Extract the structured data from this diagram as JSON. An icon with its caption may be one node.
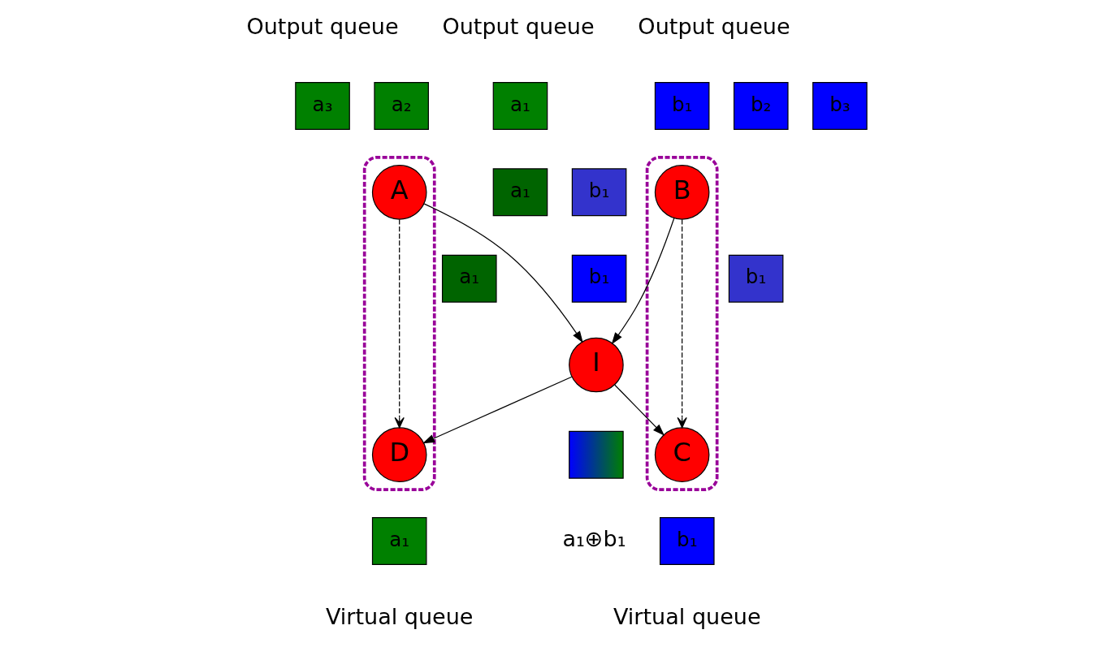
{
  "diagram": {
    "nodes": [
      {
        "text": [],
        "shape": "ellipse"
      },
      {
        "text": [
          "A"
        ],
        "in": 0
      },
      {
        "text": [
          "D"
        ],
        "in": 0
      },
      {
        "text": [],
        "shape": "ellipse"
      },
      {
        "text": [
          "B"
        ],
        "in": 3
      },
      {
        "text": [
          "C"
        ],
        "in": 3
      },
      {
        "text": [
          "I"
        ]
      },
      {
        "text": [
          "a₃"
        ]
      },
      {
        "text": [
          "a₂"
        ]
      },
      {
        "text": [
          "a₁"
        ]
      },
      {
        "text": [
          "a₁"
        ]
      },
      {
        "text": [
          "b₁"
        ]
      },
      {
        "text": [
          "b₁"
        ]
      },
      {
        "text": [
          "b₂"
        ]
      },
      {
        "text": [
          "b₃"
        ]
      },
      {
        "text": [
          "b₁"
        ]
      },
      {
        "text": [
          "a₁"
        ]
      },
      {
        "text": [
          "b₁"
        ]
      },
      {
        "text": [],
        "shape": "box"
      },
      {
        "text": [
          "a₁"
        ]
      },
      {
        "text": [
          "b₁"
        ]
      }
    ],
    "edges": [
      {
        "from": 1,
        "to": 6,
        "arrow": "to"
      },
      {
        "from": 4,
        "to": 6,
        "arrow": "to"
      },
      {
        "from": 6,
        "to": 2,
        "arrow": "to"
      },
      {
        "from": 6,
        "to": 5,
        "arrow": "to"
      },
      {
        "from": 1,
        "to": 2,
        "arrow": "to",
        "style": "dashed"
      },
      {
        "from": 4,
        "to": 5,
        "arrow": "to",
        "style": "dashed"
      }
    ],
    "labels": [
      "Output queue",
      "Output queue",
      "Output queue",
      "a₁⊕b₁",
      "Virtual queue",
      "Virtual queue"
    ]
  }
}
